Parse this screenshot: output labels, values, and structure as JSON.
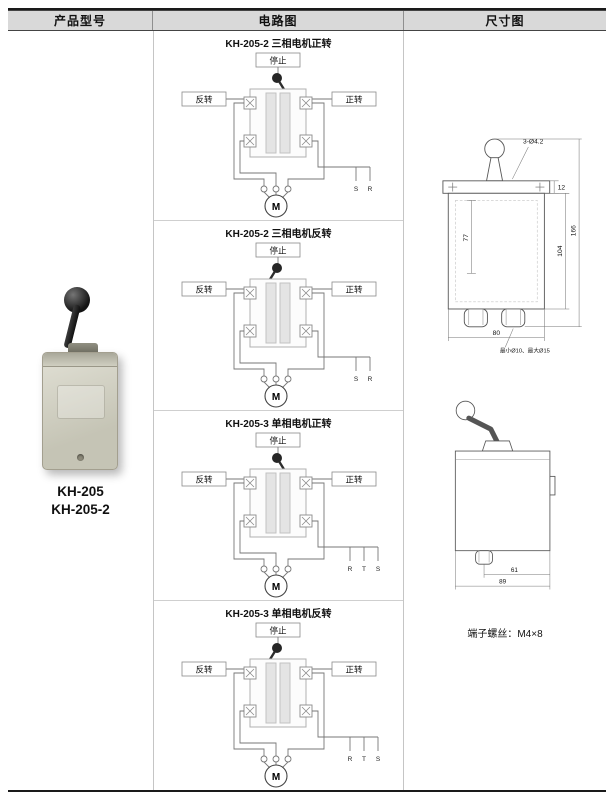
{
  "colors": {
    "header_bg": "#d9d9d9",
    "rule": "#1a1a1a",
    "product_body": "#d3d2c4",
    "handle": "#1f1f1f"
  },
  "header": {
    "col1": "产品型号",
    "col2": "电路图",
    "col3": "尺寸图"
  },
  "product": {
    "model_line1": "KH-205",
    "model_line2": "KH-205-2"
  },
  "circuits": [
    {
      "title": "KH-205-2 三相电机正转",
      "stop": "停止",
      "reverse": "反转",
      "forward": "正转",
      "motor": "M",
      "t1": "S",
      "t2": "R"
    },
    {
      "title": "KH-205-2 三相电机反转",
      "stop": "停止",
      "reverse": "反转",
      "forward": "正转",
      "motor": "M",
      "t1": "S",
      "t2": "R"
    },
    {
      "title": "KH-205-3 单相电机正转",
      "stop": "停止",
      "reverse": "反转",
      "forward": "正转",
      "motor": "M",
      "t1": "R",
      "t2": "T",
      "t3": "S"
    },
    {
      "title": "KH-205-3 单相电机反转",
      "stop": "停止",
      "reverse": "反转",
      "forward": "正转",
      "motor": "M",
      "t1": "R",
      "t2": "T",
      "t3": "S"
    }
  ],
  "dimensions": {
    "front": {
      "holes_label": "3-Ø4.2",
      "dim_12": "12",
      "dim_77": "77",
      "dim_104": "104",
      "dim_166": "166",
      "dim_80": "80",
      "gland_note": "最小Ø10、最大Ø15"
    },
    "side": {
      "dim_61": "61",
      "dim_89": "89"
    },
    "screw_note": "端子螺丝：M4×8"
  }
}
